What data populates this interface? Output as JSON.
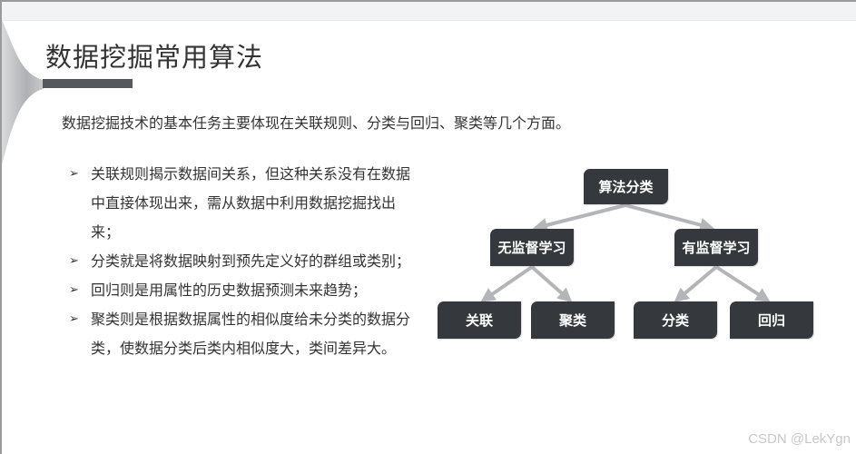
{
  "slide": {
    "title": "数据挖掘常用算法",
    "intro": "数据挖掘技术的基本任务主要体现在关联规则、分类与回归、聚类等几个方面。",
    "bullet_icon": "arrowhead-bullet-icon",
    "bullet_glyph": "➢",
    "bullets": [
      {
        "text": "关联规则揭示数据间关系，但这种关系没有在数据中直接体现出来，需从数据中利用数据挖掘找出来；"
      },
      {
        "text": "分类就是将数据映射到预先定义好的群组或类别；"
      },
      {
        "text": "回归则是用属性的历史数据预测未来趋势；"
      },
      {
        "text": "聚类则是根据数据属性的相似度给未分类的数据分类，使数据分类后类内相似度大，类间差异大。"
      }
    ]
  },
  "diagram": {
    "root": {
      "label": "算法分类"
    },
    "branches": [
      {
        "label": "无监督学习",
        "children": [
          {
            "label": "关联"
          },
          {
            "label": "聚类"
          }
        ]
      },
      {
        "label": "有监督学习",
        "children": [
          {
            "label": "分类"
          },
          {
            "label": "回归"
          }
        ]
      }
    ],
    "colors": {
      "node_fill": "#35383c",
      "node_text": "#ffffff",
      "connector": "#b3b5b8"
    }
  },
  "watermark": "CSDN @LekYgn"
}
